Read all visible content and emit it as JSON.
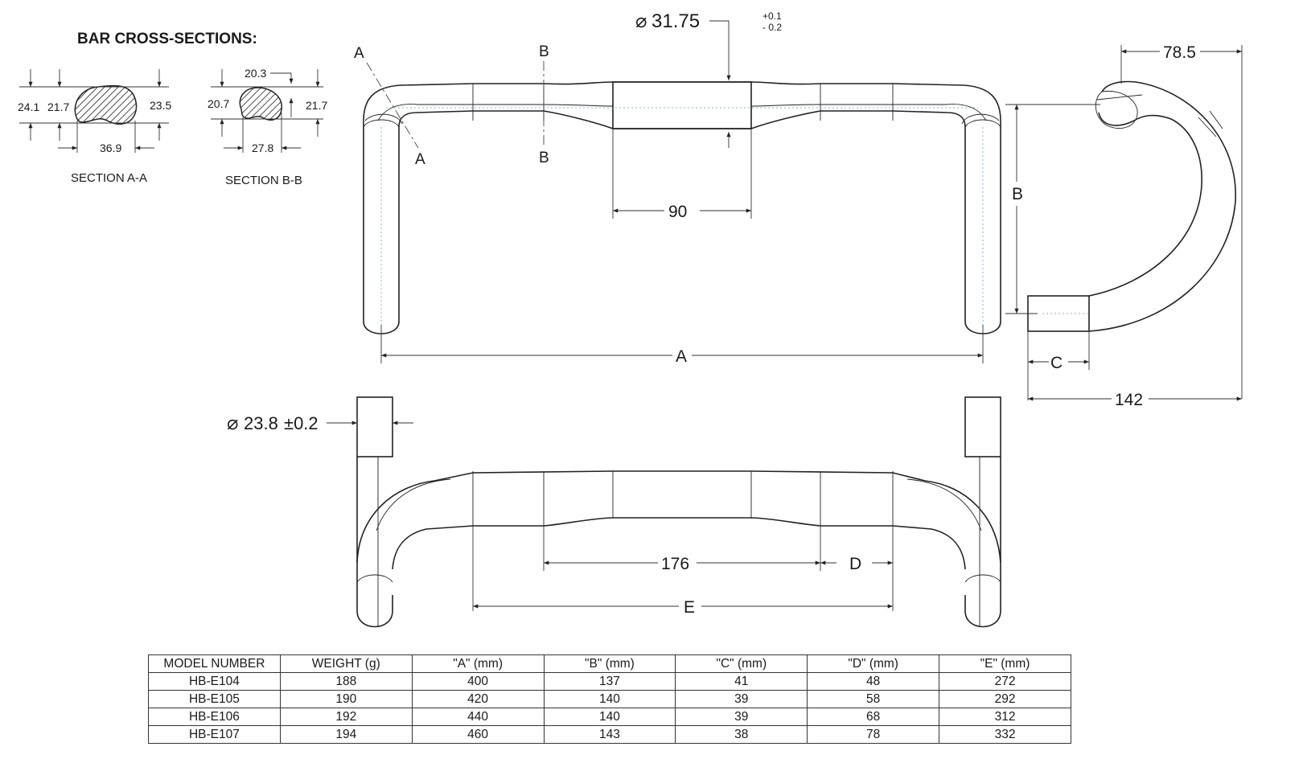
{
  "section_title": "BAR CROSS-SECTIONS:",
  "section_aa": {
    "label": "SECTION A-A",
    "dims": [
      "24.1",
      "21.7",
      "23.5",
      "36.9"
    ]
  },
  "section_bb": {
    "label": "SECTION B-B",
    "dims": [
      "20.3",
      "20.7",
      "21.7",
      "27.8"
    ]
  },
  "cut_markers": {
    "a": "A",
    "b": "B"
  },
  "front_view": {
    "clamp_diameter": "31.75",
    "clamp_tolerance_plus": "+0.1",
    "clamp_tolerance_minus": "- 0.2",
    "clamp_width": "90",
    "width_label": "A"
  },
  "side_view": {
    "reach_top": "78.5",
    "drop_label": "B",
    "reach_label": "C",
    "depth": "142"
  },
  "top_view": {
    "drop_diameter": "23.8",
    "drop_tolerance": "±0.2",
    "grip_width": "176",
    "flare_label": "D",
    "tops_label": "E"
  },
  "spec_table": {
    "headers": [
      "MODEL NUMBER",
      "WEIGHT (g)",
      "\"A\" (mm)",
      "\"B\" (mm)",
      "\"C\" (mm)",
      "\"D\" (mm)",
      "\"E\" (mm)"
    ],
    "rows": [
      [
        "HB-E104",
        "188",
        "400",
        "137",
        "41",
        "48",
        "272"
      ],
      [
        "HB-E105",
        "190",
        "420",
        "140",
        "39",
        "58",
        "292"
      ],
      [
        "HB-E106",
        "192",
        "440",
        "140",
        "39",
        "68",
        "312"
      ],
      [
        "HB-E107",
        "194",
        "460",
        "143",
        "38",
        "78",
        "332"
      ]
    ]
  }
}
